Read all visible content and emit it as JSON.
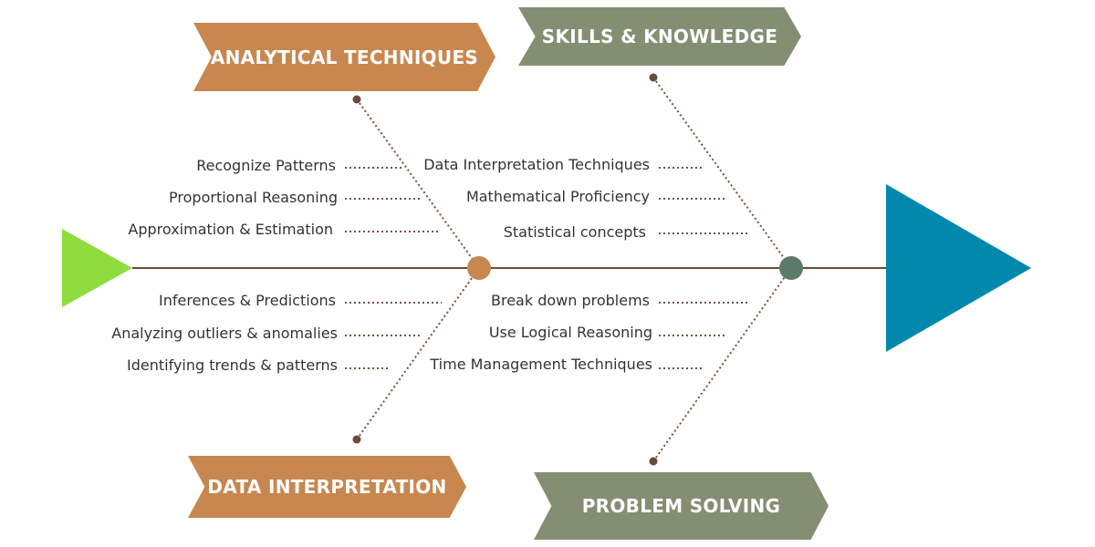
{
  "categories": {
    "analytical": "ANALYTICAL TECHNIQUES",
    "skills": "SKILLS & KNOWLEDGE",
    "data": "DATA INTERPRETATION",
    "problem": "PROBLEM SOLVING"
  },
  "causes": {
    "analytical": [
      "Recognize Patterns",
      "Proportional Reasoning",
      "Approximation & Estimation"
    ],
    "skills": [
      "Data Interpretation Techniques",
      "Mathematical Proficiency",
      "Statistical concepts"
    ],
    "data": [
      "Inferences & Predictions",
      "Analyzing outliers & anomalies",
      "Identifying trends & patterns"
    ],
    "problem": [
      "Break down problems",
      "Use Logical Reasoning",
      "Time Management Techniques"
    ]
  },
  "colors": {
    "orange": "#c8874e",
    "green": "#848e72",
    "tail": "#8fdc3f",
    "head": "#0088ad",
    "spine": "#6b4a3c",
    "node_dark": "#5b7a6a"
  }
}
